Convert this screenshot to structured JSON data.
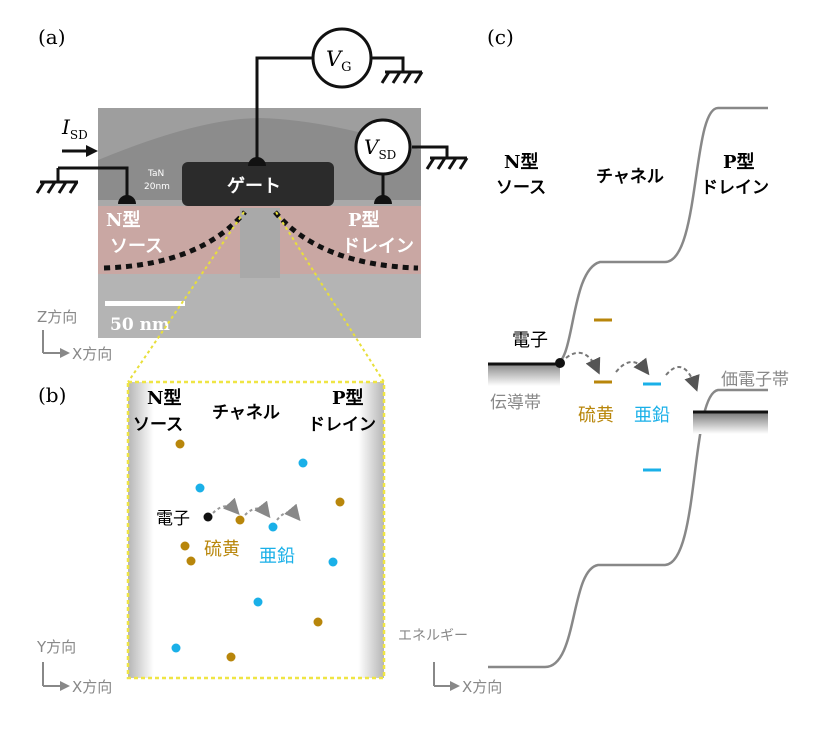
{
  "panel_a": {
    "label": "(a)",
    "current_label": "I",
    "current_sub": "SD",
    "vg_label": "V",
    "vg_sub": "G",
    "vsd_label": "V",
    "vsd_sub": "SD",
    "tan_line1": "TaN",
    "tan_line2": "20nm",
    "gate_label": "ゲート",
    "source_line1": "N型",
    "source_line2": "ソース",
    "drain_line1": "P型",
    "drain_line2": "ドレイン",
    "scale_bar": "50 nm",
    "axis_z": "Z方向",
    "axis_x": "X方向"
  },
  "panel_b": {
    "label": "(b)",
    "source_line1": "N型",
    "source_line2": "ソース",
    "channel": "チャネル",
    "drain_line1": "P型",
    "drain_line2": "ドレイン",
    "electron": "電子",
    "sulfur": "硫黄",
    "zinc": "亜鉛",
    "axis_y": "Y方向",
    "axis_x": "X方向"
  },
  "panel_c": {
    "label": "(c)",
    "source_line1": "N型",
    "source_line2": "ソース",
    "channel": "チャネル",
    "drain_line1": "P型",
    "drain_line2": "ドレイン",
    "electron": "電子",
    "conduction_band": "伝導帯",
    "valence_band": "価電子帯",
    "sulfur": "硫黄",
    "zinc": "亜鉛",
    "axis_energy": "エネルギー",
    "axis_x": "X方向"
  },
  "colors": {
    "sulfur": "#b8860b",
    "zinc": "#1ab0e8",
    "highlight": "#f2e84a",
    "source_region": "#c9a7a3"
  }
}
